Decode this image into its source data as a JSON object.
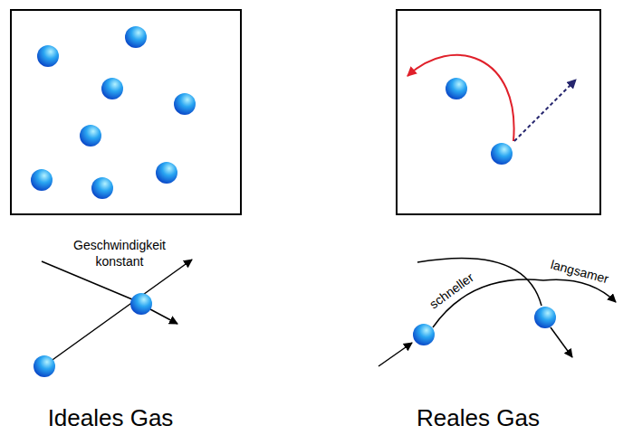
{
  "diagram": {
    "labels": [
      "Geschwindigkeit konstant",
      "schneller",
      "langsamer",
      "Ideales Gas",
      "Reales Gas"
    ]
  }
}
